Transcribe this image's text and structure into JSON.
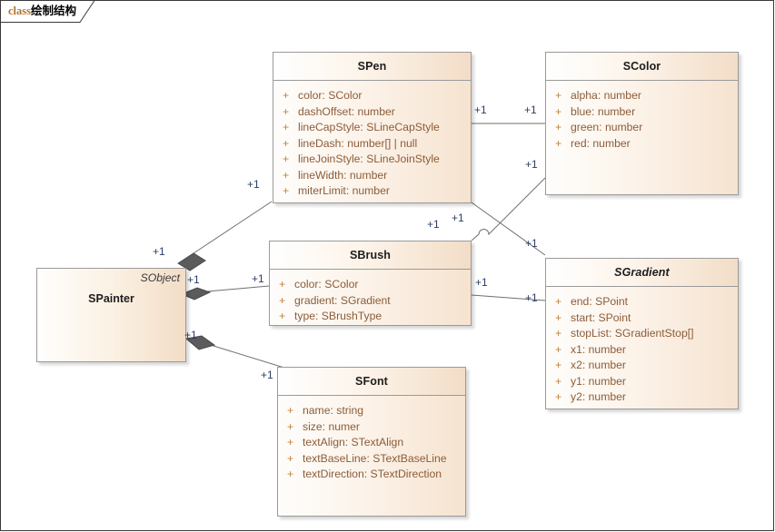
{
  "tab": {
    "keyword": "class",
    "name": "绘制结构"
  },
  "classes": {
    "spen": {
      "title": "SPen",
      "attributes": [
        {
          "visibility": "+",
          "signature": "color: SColor"
        },
        {
          "visibility": "+",
          "signature": "dashOffset: number"
        },
        {
          "visibility": "+",
          "signature": "lineCapStyle: SLineCapStyle"
        },
        {
          "visibility": "+",
          "signature": "lineDash: number[] | null"
        },
        {
          "visibility": "+",
          "signature": "lineJoinStyle: SLineJoinStyle"
        },
        {
          "visibility": "+",
          "signature": "lineWidth: number"
        },
        {
          "visibility": "+",
          "signature": "miterLimit: number"
        }
      ]
    },
    "scolor": {
      "title": "SColor",
      "attributes": [
        {
          "visibility": "+",
          "signature": "alpha: number"
        },
        {
          "visibility": "+",
          "signature": "blue: number"
        },
        {
          "visibility": "+",
          "signature": "green: number"
        },
        {
          "visibility": "+",
          "signature": "red: number"
        }
      ]
    },
    "sbrush": {
      "title": "SBrush",
      "attributes": [
        {
          "visibility": "+",
          "signature": "color: SColor"
        },
        {
          "visibility": "+",
          "signature": "gradient: SGradient"
        },
        {
          "visibility": "+",
          "signature": "type: SBrushType"
        }
      ]
    },
    "sgradient": {
      "title": "SGradient",
      "abstract": true,
      "attributes": [
        {
          "visibility": "+",
          "signature": "end: SPoint"
        },
        {
          "visibility": "+",
          "signature": "start: SPoint"
        },
        {
          "visibility": "+",
          "signature": "stopList: SGradientStop[]"
        },
        {
          "visibility": "+",
          "signature": "x1: number"
        },
        {
          "visibility": "+",
          "signature": "x2: number"
        },
        {
          "visibility": "+",
          "signature": "y1: number"
        },
        {
          "visibility": "+",
          "signature": "y2: number"
        }
      ]
    },
    "sfont": {
      "title": "SFont",
      "attributes": [
        {
          "visibility": "+",
          "signature": "name: string"
        },
        {
          "visibility": "+",
          "signature": "size: numer"
        },
        {
          "visibility": "+",
          "signature": "textAlign: STextAlign"
        },
        {
          "visibility": "+",
          "signature": "textBaseLine: STextBaseLine"
        },
        {
          "visibility": "+",
          "signature": "textDirection: STextDirection"
        }
      ]
    },
    "spainter": {
      "title": "SPainter",
      "parent": "SObject"
    }
  },
  "multiplicities": {
    "painter_pen": "+1",
    "pen_painter": "+1",
    "painter_brush": "+1",
    "brush_painter": "+1",
    "painter_font": "+1",
    "font_painter": "+1",
    "pen_color": "+1",
    "color_pen": "+1",
    "brush_color": "+1",
    "color_brush": "+1",
    "brush_gradient": "+1",
    "gradient_brush": "+1"
  },
  "colors": {
    "class_border": "#9a9a9a",
    "attribute_text": "#8c5c38",
    "visibility_marker": "#c08340",
    "multiplicity_text": "#2c3e66",
    "title_text": "#1d1d1d",
    "keyword_text": "#b4762f",
    "frame_border": "#3a3a3a",
    "edge_line": "#6f6f6f",
    "diamond_fill": "#5b5b5b"
  }
}
